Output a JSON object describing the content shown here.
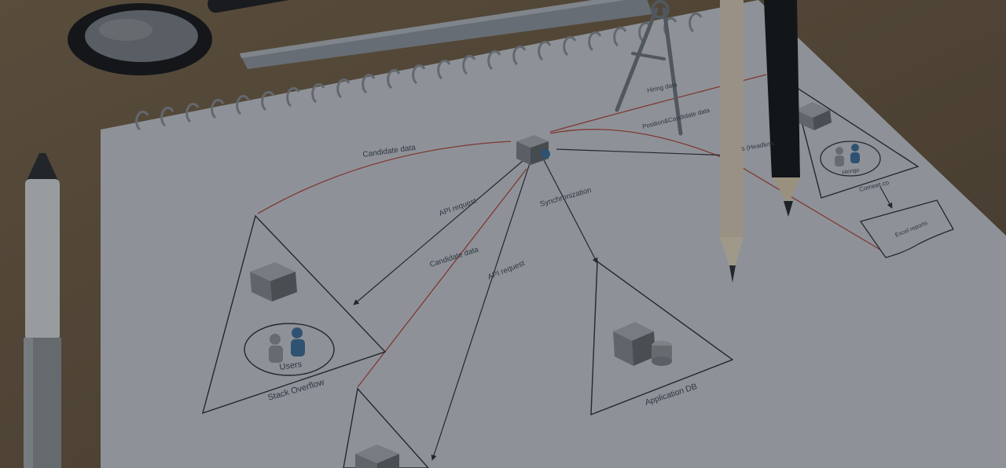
{
  "labels": {
    "candidate_data_top": "Candidate data",
    "api_request_left": "API request",
    "synchronization": "Synchronization",
    "candidate_data_mid": "Candidate data",
    "api_request_mid": "API request",
    "users": "Users",
    "stack_overflow": "Stack Overflow",
    "application_db": "Application DB",
    "hiring_data": "Hiring data",
    "position_data": "Position&Candidate data",
    "headless": "s (Headless",
    "hiringo": "Hiringo",
    "comeet": "Comeet.co",
    "excel_reports": "Excel reports"
  },
  "colors": {
    "paper": "#c9cdd3",
    "desk": "#6e5c44",
    "red_line": "#b3473c",
    "overlay": "rgba(20,24,32,0.32)"
  }
}
